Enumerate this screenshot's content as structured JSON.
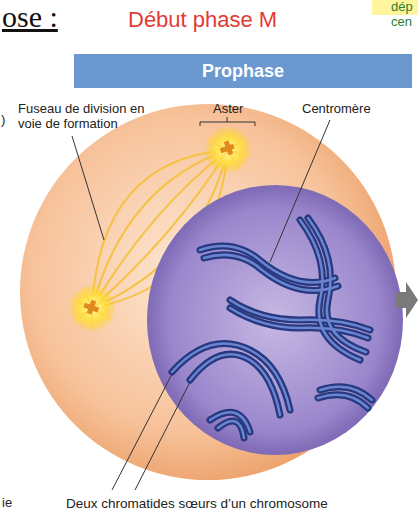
{
  "diagram": {
    "nodes": [
      {
        "text": [
          "Prophase"
        ]
      }
    ],
    "labels": [
      "ose :",
      "Début phase M",
      "dép",
      "cen",
      ")",
      "Fuseau de division en voie de formation",
      "Aster",
      "Centromère",
      "Deux chromatides sœurs d’un chromosome",
      "ie"
    ]
  }
}
